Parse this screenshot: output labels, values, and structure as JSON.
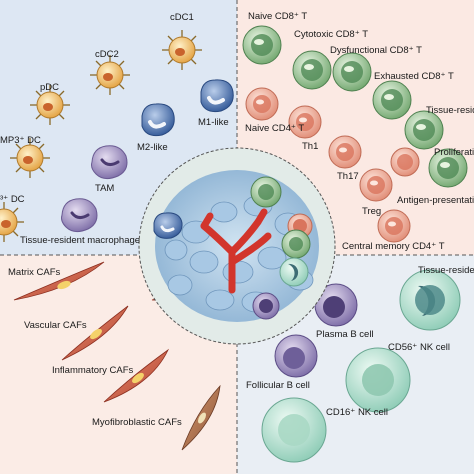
{
  "quadrants": {
    "myeloid": {
      "labels": {
        "cdc1": "cDC1",
        "cdc2": "cDC2",
        "pdc": "pDC",
        "mreg_dc": "MP3⁺ DC",
        "lamp_dc": "³⁺ DC",
        "m1": "M1-like",
        "m2": "M2-like",
        "tam": "TAM",
        "trm_mac": "Tissue-resident macrophage"
      }
    },
    "t_cells": {
      "labels": {
        "naive_cd8": "Naive CD8⁺ T",
        "cytotoxic_cd8": "Cytotoxic CD8⁺ T",
        "dysfunctional_cd8": "Dysfunctional CD8⁺ T",
        "exhausted_cd8": "Exhausted CD8⁺ T",
        "tissue_resident": "Tissue-residen",
        "naive_cd4": "Naive CD4⁺ T",
        "th1": "Th1",
        "proliferating": "Proliferati",
        "th17": "Th17",
        "antigen_presenting": "Antigen-presentati",
        "treg": "Treg",
        "central_memory_cd4": "Central memory CD4⁺ T"
      }
    },
    "cafs": {
      "labels": {
        "matrix": "Matrix CAFs",
        "vascular": "Vascular CAFs",
        "inflammatory": "Inflammatory CAFs",
        "myofibroblastic": "Myofibroblastic CAFs"
      }
    },
    "b_nk": {
      "labels": {
        "tissue_resident": "Tissue-reside",
        "plasma_b": "Plasma B cell",
        "cd56_nk": "CD56⁺ NK cell",
        "follicular_b": "Follicular B cell",
        "cd16_nk": "CD16⁺ NK cell"
      }
    }
  },
  "colors": {
    "myeloid_bg": "#dde7f3",
    "tcell_bg": "#fbe9e3",
    "caf_bg": "#fbece6",
    "bnk_bg": "#e9eef4",
    "cd8_green": "#7fb27c",
    "cd4_pink": "#e79a85",
    "dc_orange": "#e8a64a",
    "macrophage_blue": "#3f68a8",
    "tam_purple": "#9b8bb6",
    "caf_red": "#c9553f",
    "vessel_red": "#d2352c",
    "plasma_purple": "#7b6aa6",
    "nk_teal": "#9fd3c2"
  }
}
